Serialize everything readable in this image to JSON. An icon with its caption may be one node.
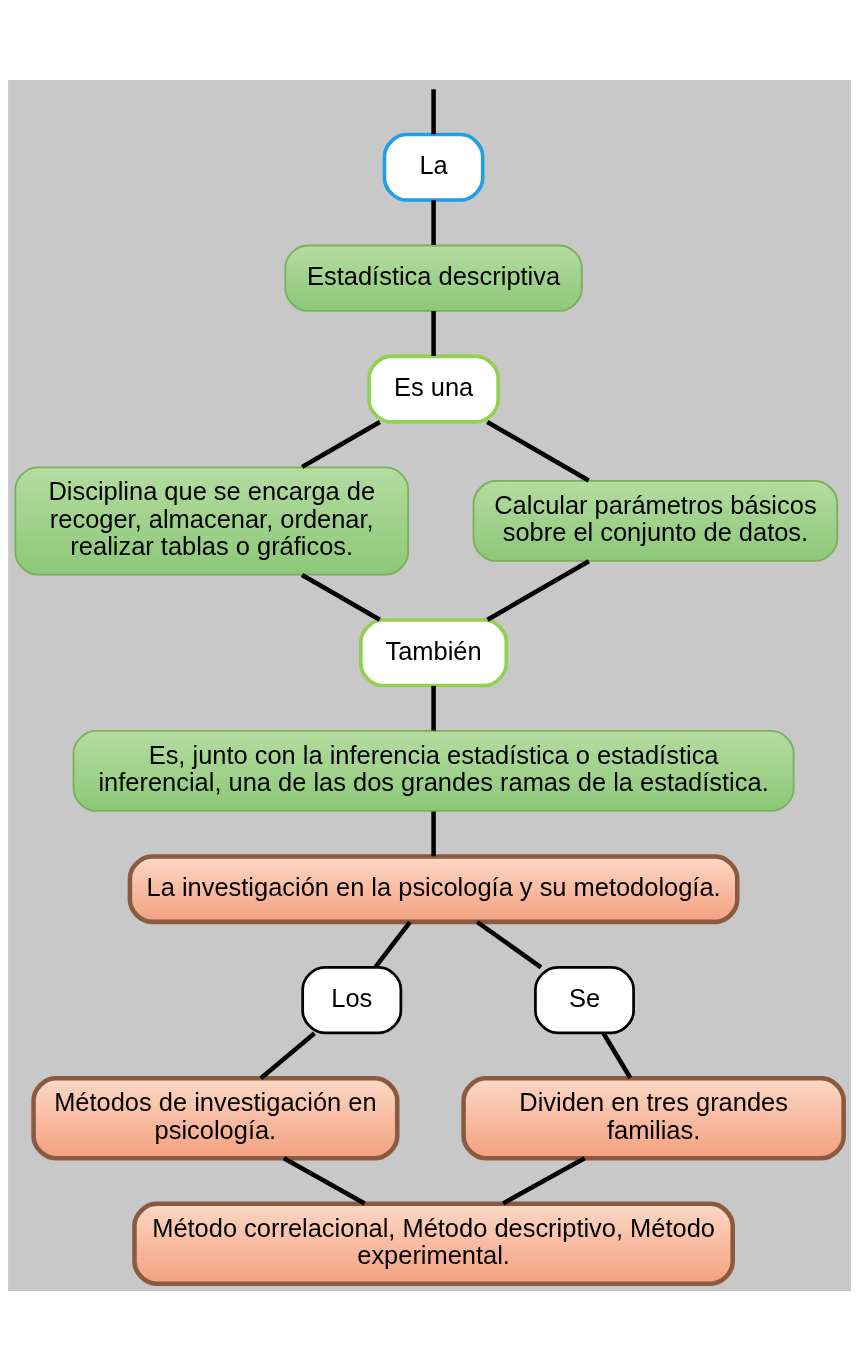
{
  "diagram": {
    "nodes": [
      {
        "text": [
          "La"
        ]
      },
      {
        "text": [
          "Estadística descriptiva"
        ]
      },
      {
        "text": [
          "Es una"
        ]
      },
      {
        "text": [
          "Disciplina que se encarga de recoger, almacenar, ordenar, realizar tablas o gráficos."
        ]
      },
      {
        "text": [
          "Calcular parámetros básicos sobre el conjunto de datos."
        ]
      },
      {
        "text": [
          "También"
        ]
      },
      {
        "text": [
          "Es, junto con la inferencia estadística o estadística inferencial, una de las dos grandes ramas de la estadística."
        ]
      },
      {
        "text": [
          "La investigación en la psicología y su metodología."
        ]
      },
      {
        "text": [
          "Los"
        ]
      },
      {
        "text": [
          "Se"
        ]
      },
      {
        "text": [
          "Métodos de investigación en psicología."
        ]
      },
      {
        "text": [
          "Dividen en tres grandes familias."
        ]
      },
      {
        "text": [
          "Método correlacional, Método descriptivo, Método experimental."
        ]
      }
    ],
    "edges": [
      {
        "from": 0,
        "to": null,
        "arrow": "none"
      },
      {
        "from": 0,
        "to": 1,
        "arrow": "none"
      },
      {
        "from": 1,
        "to": 2,
        "arrow": "none"
      },
      {
        "from": 2,
        "to": 3,
        "arrow": "none"
      },
      {
        "from": 2,
        "to": 4,
        "arrow": "none"
      },
      {
        "from": 3,
        "to": 5,
        "arrow": "none"
      },
      {
        "from": 4,
        "to": 5,
        "arrow": "none"
      },
      {
        "from": 5,
        "to": 6,
        "arrow": "none"
      },
      {
        "from": 6,
        "to": 7,
        "arrow": "none"
      },
      {
        "from": 7,
        "to": 8,
        "arrow": "none"
      },
      {
        "from": 7,
        "to": 9,
        "arrow": "none"
      },
      {
        "from": 8,
        "to": 10,
        "arrow": "none"
      },
      {
        "from": 9,
        "to": 11,
        "arrow": "none"
      },
      {
        "from": 10,
        "to": 12,
        "arrow": "none"
      },
      {
        "from": 11,
        "to": 12,
        "arrow": "none"
      }
    ]
  }
}
